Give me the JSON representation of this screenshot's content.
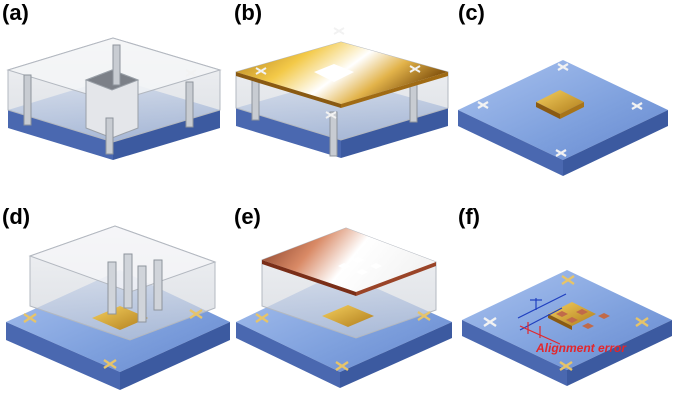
{
  "panels": [
    {
      "label": "(a)"
    },
    {
      "label": "(b)"
    },
    {
      "label": "(c)"
    },
    {
      "label": "(d)"
    },
    {
      "label": "(e)"
    },
    {
      "label": "(f)"
    }
  ],
  "annotation": "Alignment error",
  "colors": {
    "substrate_top": "#7ea0dd",
    "substrate_left": "#4a68b0",
    "substrate_right": "#3c5aa0",
    "gold": "#d8a530",
    "copper": "#c06a4a",
    "glass": "#d9dde2",
    "annotation_red": "#e3262b",
    "annotation_blue": "#1f3fbf"
  },
  "icons": [
    "alignment-cross-icon",
    "pillar-icon",
    "gold-film-icon",
    "mold-shell-icon"
  ]
}
